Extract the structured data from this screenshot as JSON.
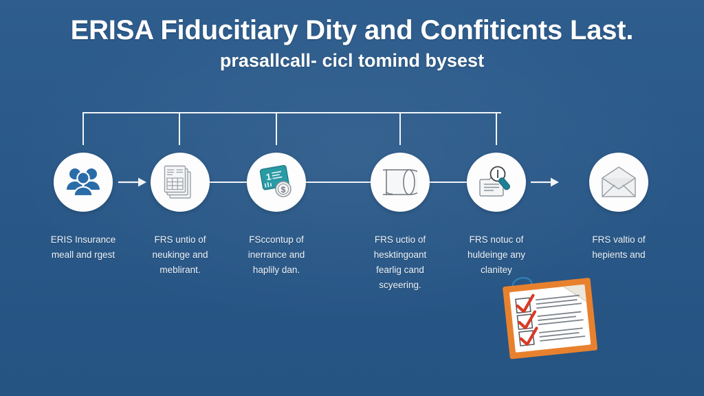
{
  "theme": {
    "background": "#27588a",
    "circle_fill": "#fdfdfd",
    "line": "#f2f5f8",
    "icon_blue": "#2a6ca8",
    "icon_gray": "#8d939a",
    "icon_teal": "#2a9aa5",
    "clipboard_orange": "#e8812e",
    "check_red": "#d83a24",
    "text": "#eef3f8"
  },
  "header": {
    "title": "ERISA Fiducitiary Dity and Confiticnts Last.",
    "subtitle": "prasallcall- cicl tomind bysest"
  },
  "steps": [
    {
      "index": 1,
      "icon": "people-group-icon",
      "caption_lines": [
        "ERIS Insurance",
        "meall and rgest"
      ]
    },
    {
      "index": 2,
      "icon": "documents-spreadsheet-icon",
      "caption_lines": [
        "FRS untio of",
        "neukinge and",
        "meblirant."
      ]
    },
    {
      "index": 3,
      "icon": "payment-card-coin-icon",
      "caption_lines": [
        "FSccontup of",
        "inerrance and",
        "haplily dan."
      ]
    },
    {
      "index": 4,
      "icon": "cylinder-book-icon",
      "caption_lines": [
        "FRS uctio of",
        "hesktingoant",
        "fearlig cand",
        "scyeering."
      ]
    },
    {
      "index": 5,
      "icon": "document-magnifier-icon",
      "caption_lines": [
        "FRS notuc of",
        "huldeinge any",
        "clanitey"
      ]
    },
    {
      "index": 6,
      "icon": "open-envelope-icon",
      "caption_lines": [
        "FRS valtio of",
        "hepients and"
      ]
    }
  ],
  "connectors": [
    {
      "from": 1,
      "to": 2,
      "type": "arrow"
    },
    {
      "from": 2,
      "to": 3,
      "type": "line"
    },
    {
      "from": 3,
      "to": 4,
      "type": "line"
    },
    {
      "from": 4,
      "to": 5,
      "type": "line"
    },
    {
      "from": 5,
      "to": 6,
      "type": "arrow"
    }
  ],
  "clipboard": {
    "name": "checklist-clipboard",
    "checkmarks": 3,
    "text_lines": 3
  }
}
